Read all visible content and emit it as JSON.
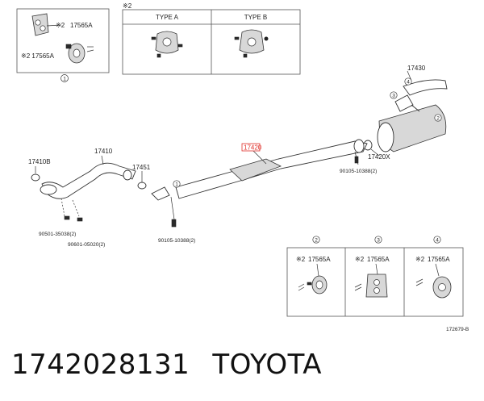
{
  "labels": {
    "top_note": "※2",
    "type_a": "TYPE A",
    "type_b": "TYPE B",
    "note_mark": "※2",
    "p17565a_top": "17565A",
    "p17565a_left": "※2 17565A",
    "circ1": "1",
    "circ2": "2",
    "circ3": "3",
    "circ4": "4",
    "p17430": "17430",
    "p17420": "17420",
    "p17420x": "17420X",
    "p17410b": "17410B",
    "p17410": "17410",
    "p17451": "17451",
    "b90105_right": "90105-10388(2)",
    "b90105_bottom": "90105-10388(2)",
    "b90501": "90501-35038(2)",
    "b90601": "90601-05020(2)",
    "d2_part": "17565A",
    "d3_part": "17565A",
    "d4_part": "17565A",
    "diagram_code": "172679-B"
  },
  "colors": {
    "highlight": "#e0302a",
    "line": "#333333"
  },
  "footer": {
    "part_number": "1742028131",
    "brand": "TOYOTA"
  }
}
